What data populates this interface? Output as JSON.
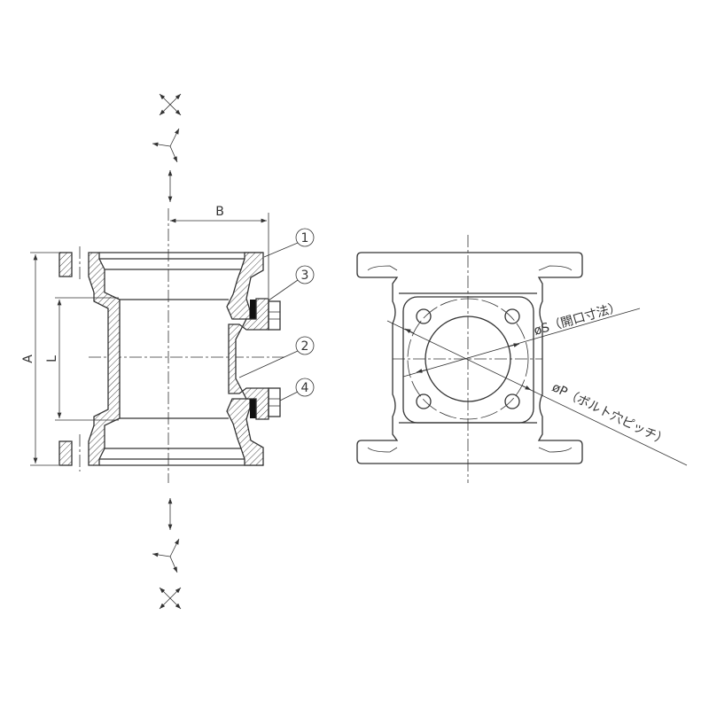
{
  "dimensions": {
    "A": "A",
    "L": "L",
    "B": "B"
  },
  "balloons": [
    "1",
    "2",
    "3",
    "4"
  ],
  "annotations": {
    "opening": "øS（開口寸法）",
    "bolt_pitch": "øP（ボルト穴ピッチ）"
  },
  "colors": {
    "line": "#333333",
    "gasket": "#111111"
  }
}
